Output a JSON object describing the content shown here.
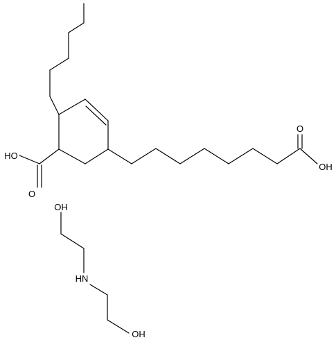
{
  "diagram": {
    "type": "chemical-structure",
    "atom_labels": {
      "cooh_ring_o1": "O",
      "cooh_ring_oh": "HO",
      "cooh_chain_o1": "O",
      "cooh_chain_oh": "OH",
      "dea_oh_top": "OH",
      "dea_nh": "HN",
      "dea_oh_bottom": "OH"
    },
    "colors": {
      "bond": "#000000",
      "label": "#000000",
      "background": "#ffffff"
    }
  }
}
